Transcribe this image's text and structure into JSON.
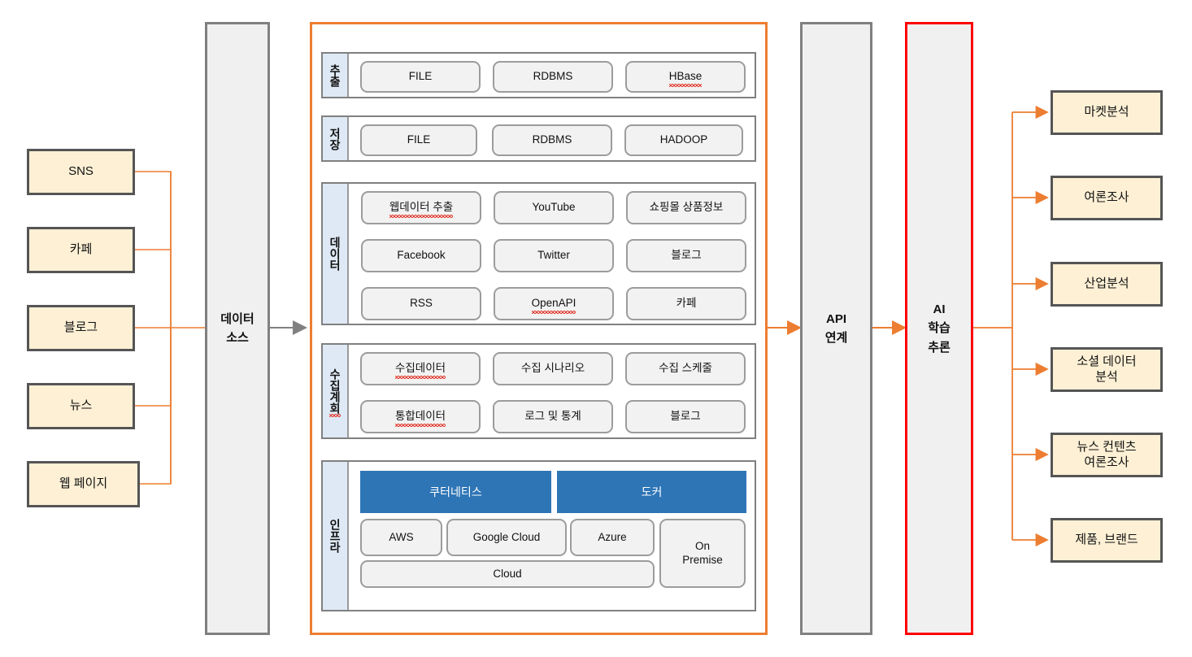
{
  "sources": {
    "title": "data-sources",
    "items": [
      {
        "label": "SNS"
      },
      {
        "label": "카페"
      },
      {
        "label": "블로그"
      },
      {
        "label": "뉴스"
      },
      {
        "label": "웹 페이지"
      }
    ]
  },
  "pillars": {
    "data_source": {
      "line1": "데이터",
      "line2": "소스"
    },
    "api": {
      "line1": "API",
      "line2": "연계"
    },
    "ai": {
      "line1": "AI",
      "line2": "학습",
      "line3": "추론",
      "border_color": "#FF0000"
    }
  },
  "platform": {
    "border_color": "#ED7D31",
    "sections": [
      {
        "key": "extract",
        "label": "추출",
        "label_bg": "#DEE9F5",
        "rows": [
          [
            {
              "label": "FILE"
            },
            {
              "label": "RDBMS"
            },
            {
              "label": "HBase",
              "misspelled": true
            }
          ]
        ]
      },
      {
        "key": "store",
        "label": "저장",
        "label_bg": "#DEE9F5",
        "rows": [
          [
            {
              "label": "FILE"
            },
            {
              "label": "RDBMS"
            },
            {
              "label": "HADOOP"
            }
          ]
        ]
      },
      {
        "key": "data",
        "label": "데이터",
        "label_bg": "#DEE9F5",
        "rows": [
          [
            {
              "label": "웹데이터 추출",
              "misspelled": true
            },
            {
              "label": "YouTube"
            },
            {
              "label": "쇼핑몰 상품정보"
            }
          ],
          [
            {
              "label": "Facebook"
            },
            {
              "label": "Twitter"
            },
            {
              "label": "블로그"
            }
          ],
          [
            {
              "label": "RSS"
            },
            {
              "label": "OpenAPI",
              "misspelled": true
            },
            {
              "label": "카페"
            }
          ]
        ]
      },
      {
        "key": "collection-plan",
        "label": "수집계회",
        "label_bg": "#DEE9F5",
        "label_misspelled": true,
        "rows": [
          [
            {
              "label": "수집데이터",
              "misspelled": true
            },
            {
              "label": "수집 시나리오"
            },
            {
              "label": "수집 스케줄"
            }
          ],
          [
            {
              "label": "통합데이터",
              "misspelled": true
            },
            {
              "label": "로그 및 통계"
            },
            {
              "label": "블로그"
            }
          ]
        ]
      },
      {
        "key": "infra",
        "label": "인프라",
        "label_bg": "#DEE9F5",
        "orchestration": [
          {
            "label": "쿠터네티스",
            "color": "#2E75B6"
          },
          {
            "label": "도커",
            "color": "#2E75B6"
          }
        ],
        "clouds": [
          {
            "label": "AWS"
          },
          {
            "label": "Google Cloud"
          },
          {
            "label": "Azure"
          }
        ],
        "cloud_group": {
          "label": "Cloud"
        },
        "on_premise": {
          "line1": "On",
          "line2": "Premise"
        }
      }
    ]
  },
  "outputs": {
    "items": [
      {
        "line1": "마켓분석"
      },
      {
        "line1": "여론조사"
      },
      {
        "line1": "산업분석"
      },
      {
        "line1": "소셜 데이터",
        "line2": "분석"
      },
      {
        "line1": "뉴스 컨텐츠",
        "line2": "여론조사"
      },
      {
        "line1": "제품, 브랜드"
      }
    ]
  },
  "colors": {
    "source_fill": "#FDF0D5",
    "source_border": "#555555",
    "pillar_fill": "#F0F0F0",
    "pillar_border": "#808080",
    "accent_orange": "#ED7D31",
    "accent_red": "#FF0000",
    "chip_fill": "#F2F2F2",
    "chip_border": "#9C9C9C",
    "band_label_fill": "#DEE9F5",
    "blue": "#2E75B6"
  }
}
